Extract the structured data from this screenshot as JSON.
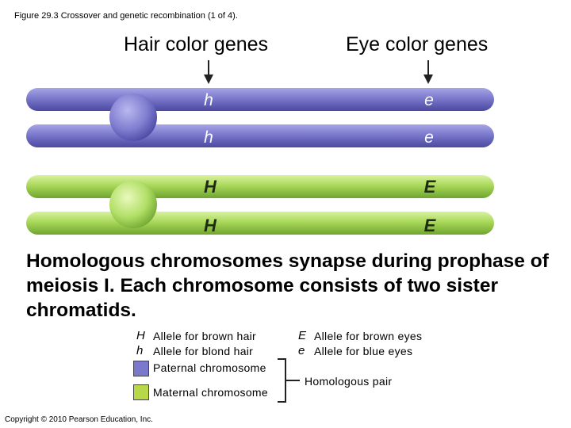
{
  "figure_title": "Figure 29.3 Crossover and genetic recombination (1 of 4).",
  "headings": {
    "hair": "Hair color genes",
    "eye": "Eye color genes"
  },
  "chromosomes": {
    "paternal": {
      "color": "#7b79cc",
      "allele_left": [
        "h",
        "h"
      ],
      "allele_right": [
        "e",
        "e"
      ]
    },
    "maternal": {
      "color": "#a9d85a",
      "allele_left": [
        "H",
        "H"
      ],
      "allele_right": [
        "E",
        "E"
      ]
    }
  },
  "caption": "Homologous chromosomes synapse during prophase of meiosis I. Each chromosome consists of two sister chromatids.",
  "legend": {
    "H": {
      "symbol": "H",
      "text": "Allele for brown hair"
    },
    "h": {
      "symbol": "h",
      "text": "Allele for blond hair"
    },
    "E": {
      "symbol": "E",
      "text": "Allele for brown eyes"
    },
    "e": {
      "symbol": "e",
      "text": "Allele for blue eyes"
    },
    "paternal": {
      "text": "Paternal chromosome",
      "color": "#7b79cc"
    },
    "maternal": {
      "text": "Maternal chromosome",
      "color": "#b8d84a"
    },
    "pair": "Homologous pair"
  },
  "copyright": "Copyright © 2010 Pearson Education, Inc."
}
